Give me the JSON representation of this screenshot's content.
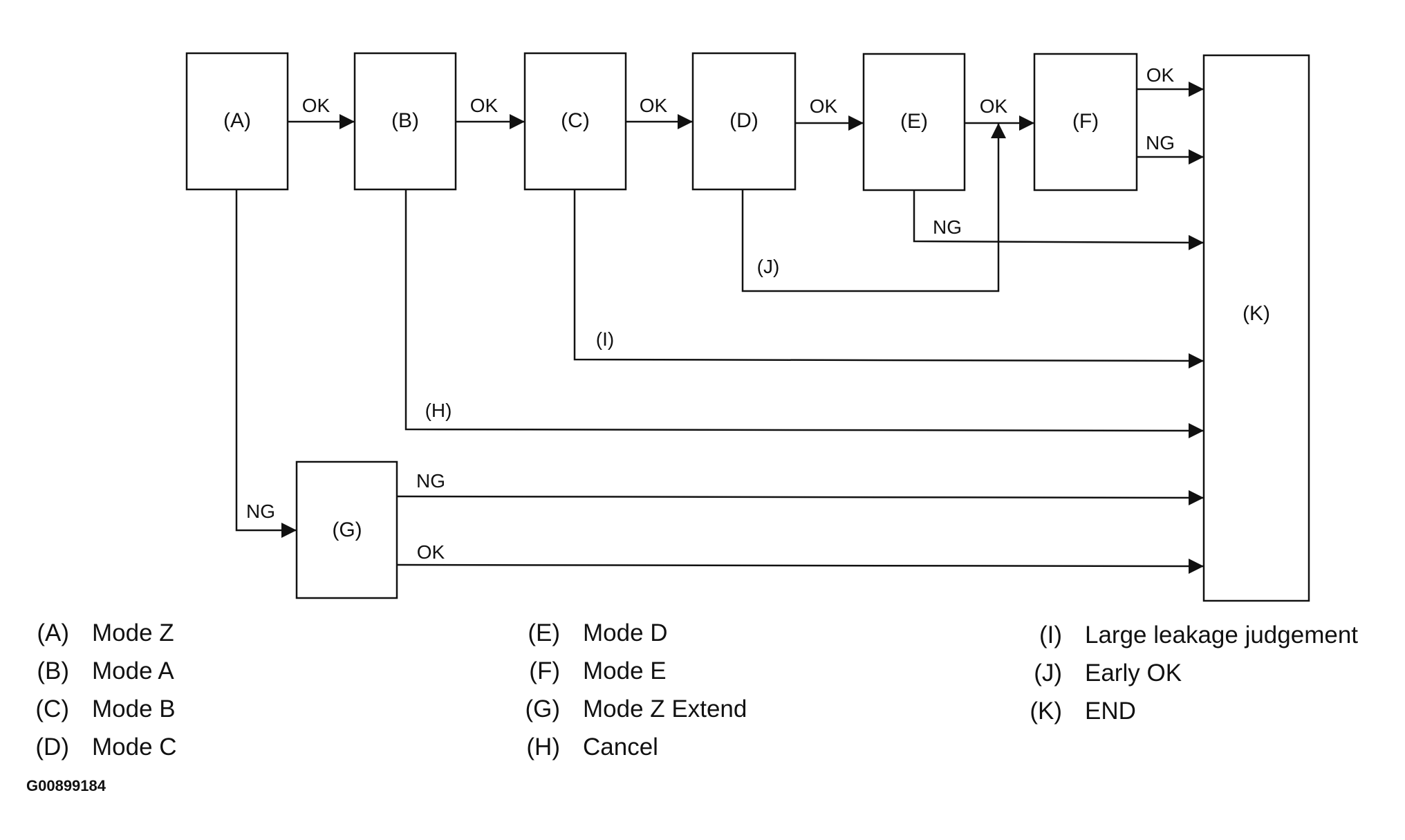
{
  "boxes": {
    "A": "(A)",
    "B": "(B)",
    "C": "(C)",
    "D": "(D)",
    "E": "(E)",
    "F": "(F)",
    "G": "(G)",
    "K": "(K)"
  },
  "edges": {
    "a_b": "OK",
    "b_c": "OK",
    "c_d": "OK",
    "d_e": "OK",
    "e_f": "OK",
    "f_k_ok": "OK",
    "f_k_ng": "NG",
    "e_k_ng": "NG",
    "d_j": "(J)",
    "c_i": "(I)",
    "b_h": "(H)",
    "a_g_ng": "NG",
    "g_k_ng": "NG",
    "g_k_ok": "OK"
  },
  "legend": [
    {
      "key": "(A)",
      "text": "Mode Z"
    },
    {
      "key": "(B)",
      "text": "Mode A"
    },
    {
      "key": "(C)",
      "text": "Mode B"
    },
    {
      "key": "(D)",
      "text": "Mode C"
    },
    {
      "key": "(E)",
      "text": "Mode D"
    },
    {
      "key": "(F)",
      "text": "Mode E"
    },
    {
      "key": "(G)",
      "text": "Mode Z Extend"
    },
    {
      "key": "(H)",
      "text": "Cancel"
    },
    {
      "key": "(I)",
      "text": "Large leakage judgement"
    },
    {
      "key": "(J)",
      "text": "Early OK"
    },
    {
      "key": "(K)",
      "text": "END"
    }
  ],
  "figure_id": "G00899184"
}
